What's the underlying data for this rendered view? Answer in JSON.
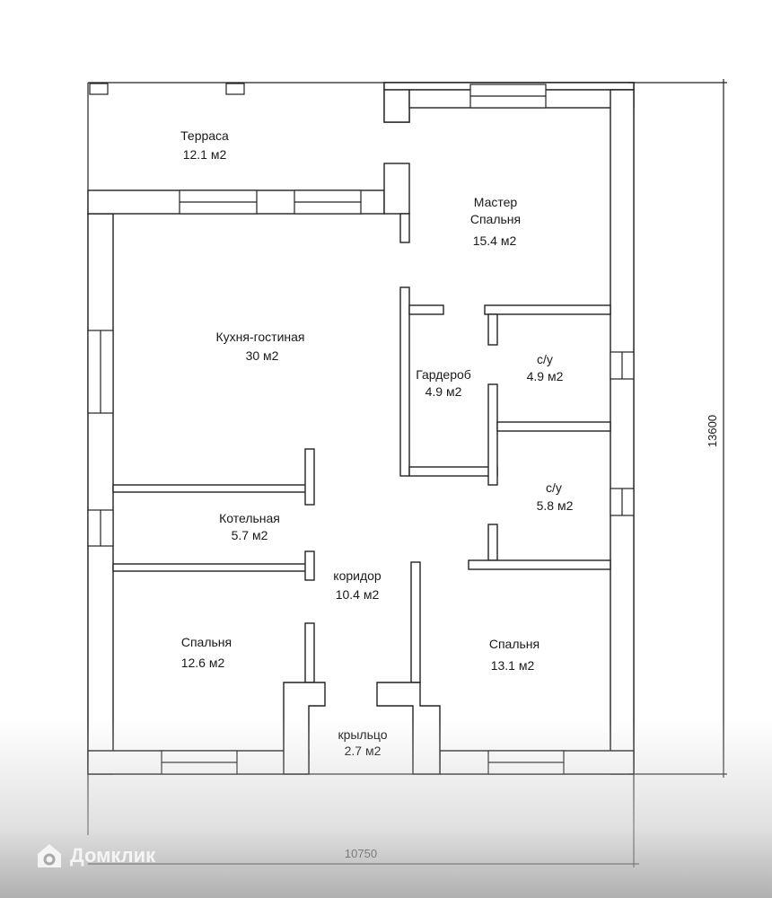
{
  "rooms": {
    "terrace": {
      "name": "Терраса",
      "area": "12.1 м2"
    },
    "master_bedroom": {
      "name_line1": "Мастер",
      "name_line2": "Спальня",
      "area": "15.4 м2"
    },
    "kitchen_living": {
      "name": "Кухня-гостиная",
      "area": "30 м2"
    },
    "wardrobe": {
      "name": "Гардероб",
      "area": "4.9 м2"
    },
    "bathroom_1": {
      "name": "с/у",
      "area": "4.9 м2"
    },
    "bathroom_2": {
      "name": "с/у",
      "area": "5.8 м2"
    },
    "boiler_room": {
      "name": "Котельная",
      "area": "5.7 м2"
    },
    "corridor": {
      "name": "коридор",
      "area": "10.4 м2"
    },
    "bedroom_left": {
      "name": "Спальня",
      "area": "12.6 м2"
    },
    "bedroom_right": {
      "name": "Спальня",
      "area": "13.1 м2"
    },
    "porch": {
      "name": "крыльцо",
      "area": "2.7 м2"
    }
  },
  "dimensions": {
    "width": "10750",
    "height": "13600"
  },
  "watermark": {
    "text": "Домклик",
    "logo": "domclick-house-icon"
  },
  "colors": {
    "walls": "#222222",
    "background": "#ffffff"
  }
}
